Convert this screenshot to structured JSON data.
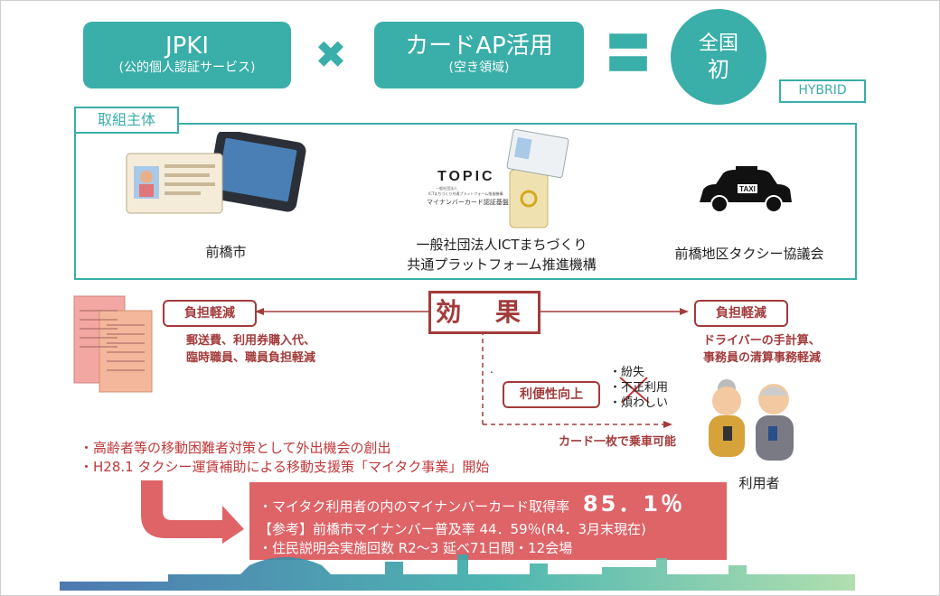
{
  "formula": {
    "jpki_title": "JPKI",
    "jpki_sub": "(公的個人認証サービス)",
    "times": "✖",
    "card_title": "カードAP活用",
    "card_sub": "(空き領域)",
    "equals": "〓",
    "first_line1": "全国",
    "first_line2": "初",
    "hybrid": "HYBRID"
  },
  "actors": {
    "tab": "取組主体",
    "items": [
      {
        "label": "前橋市"
      },
      {
        "label1": "一般社団法人ICTまちづくり",
        "label2": "共通プラットフォーム推進機構",
        "logo": "TOPIC",
        "logo_sub1": "一般社団法人",
        "logo_sub2": "ICTまちづくり共通プラットフォーム推進機構",
        "logo_sub3": "マイナンバーカード認証基盤"
      },
      {
        "label": "前橋地区タクシー協議会",
        "taxi_sign": "TAXI"
      }
    ]
  },
  "effects": {
    "title": "効 果",
    "left_badge": "負担軽減",
    "left_desc1": "郵送費、利用券購入代、",
    "left_desc2": "臨時職員、職員負担軽減",
    "right_badge": "負担軽減",
    "right_desc1": "ドライバーの手計算、",
    "right_desc2": "事務員の清算事務軽減",
    "convenience": "利便性向上",
    "issues": [
      "・紛失",
      "・不正利用",
      "・煩わしい"
    ],
    "card_ride": "カード一枚で乗車可能",
    "users": "利用者",
    "dot": "."
  },
  "background": {
    "line1": "・高齢者等の移動困難者対策として外出機会の創出",
    "line2": "・H28.1 タクシー運賃補助による移動支援策「マイタク事業」開始"
  },
  "results": {
    "rate_label": "・マイタク利用者の内のマイナンバーカード取得率",
    "rate_value": "85．1％",
    "reference": "【参考】前橋市マイナンバー普及率 44．59％(R4．3月末現在)",
    "briefings": "・住民説明会実施回数 R2～3 延べ71日間・12会場"
  },
  "colors": {
    "teal": "#3aaea8",
    "maroon": "#a33b3b",
    "result_bg": "#de6468",
    "bullet_red": "#c0393b"
  }
}
